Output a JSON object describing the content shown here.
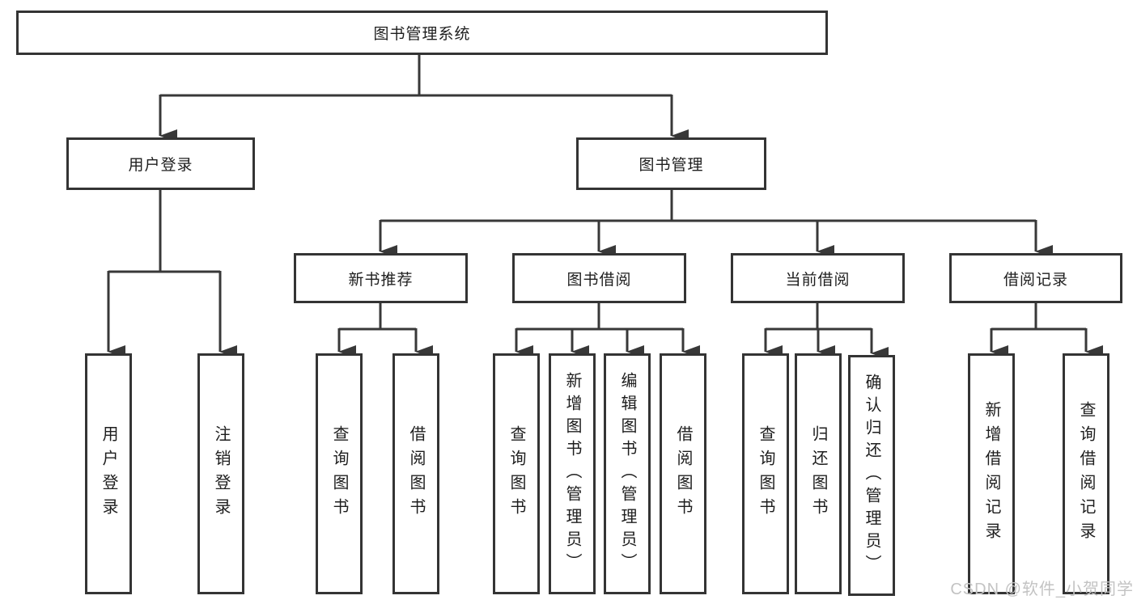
{
  "diagram": {
    "type": "hierarchy-tree",
    "root": {
      "label": "图书管理系统"
    },
    "branches": [
      {
        "label": "用户登录",
        "children": [
          {
            "label": "用户登录"
          },
          {
            "label": "注销登录"
          }
        ]
      },
      {
        "label": "图书管理",
        "children": [
          {
            "label": "新书推荐",
            "children": [
              {
                "label": "查询图书"
              },
              {
                "label": "借阅图书"
              }
            ]
          },
          {
            "label": "图书借阅",
            "children": [
              {
                "label": "查询图书"
              },
              {
                "label": "新增图书（管理员）"
              },
              {
                "label": "编辑图书（管理员）"
              },
              {
                "label": "借阅图书"
              }
            ]
          },
          {
            "label": "当前借阅",
            "children": [
              {
                "label": "查询图书"
              },
              {
                "label": "归还图书"
              },
              {
                "label": "确认归还（管理员）"
              }
            ]
          },
          {
            "label": "借阅记录",
            "children": [
              {
                "label": "新增借阅记录"
              },
              {
                "label": "查询借阅记录"
              }
            ]
          }
        ]
      }
    ]
  },
  "watermark": {
    "text": "CSDN @软件_小贺同学",
    "color": "#c3c3c3"
  },
  "colors": {
    "background": "#ffffff",
    "line": "#383838",
    "box_border": "#343434",
    "text": "#1e1e1e"
  }
}
